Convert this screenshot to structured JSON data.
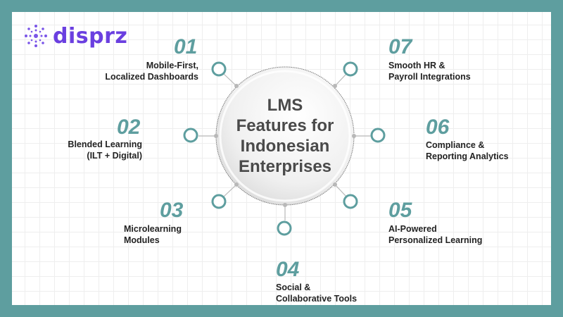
{
  "brand": {
    "name": "disprz",
    "color": "#6a3fe0"
  },
  "center": {
    "lines": [
      "LMS",
      "Features for",
      "Indonesian",
      "Enterprises"
    ]
  },
  "accent": "#5e9e9f",
  "features": [
    {
      "num": "01",
      "line1": "Mobile-First,",
      "line2": "Localized Dashboards"
    },
    {
      "num": "02",
      "line1": "Blended Learning",
      "line2": "(ILT + Digital)"
    },
    {
      "num": "03",
      "line1": "Microlearning",
      "line2": "Modules"
    },
    {
      "num": "04",
      "line1": "Social &",
      "line2": "Collaborative Tools"
    },
    {
      "num": "05",
      "line1": "AI-Powered",
      "line2": "Personalized Learning"
    },
    {
      "num": "06",
      "line1": "Compliance &",
      "line2": "Reporting Analytics"
    },
    {
      "num": "07",
      "line1": "Smooth HR &",
      "line2": "Payroll Integrations"
    }
  ]
}
